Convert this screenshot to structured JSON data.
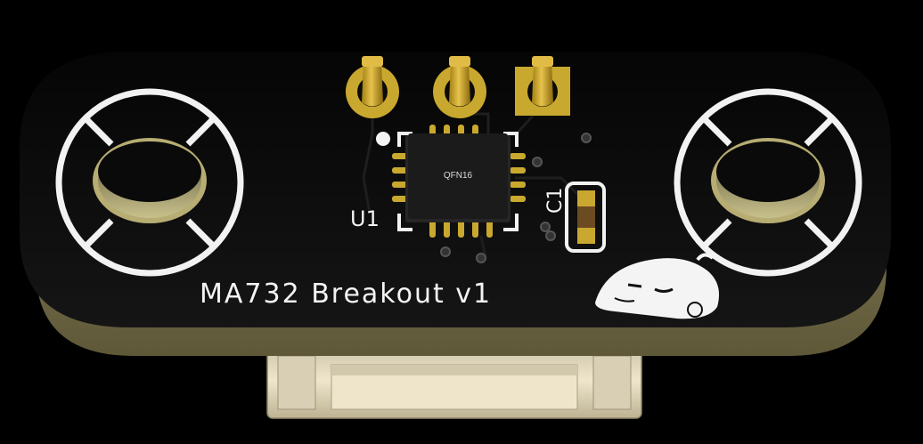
{
  "board": {
    "title": "MA732 Breakout v1",
    "chip_package": "QFN16",
    "chip_designator": "U1",
    "capacitor_designator": "C1"
  },
  "colors": {
    "background": "#000000",
    "pcb_soldermask": "#0c0c0c",
    "pcb_edge": "#7b7550",
    "silkscreen": "#f4f4f4",
    "gold_pad": "#c9a82f",
    "connector": "#e6dcc2"
  },
  "icons": [
    "mounting-hole-icon",
    "mascot-sleeping-face-icon",
    "header-pin-icon"
  ]
}
